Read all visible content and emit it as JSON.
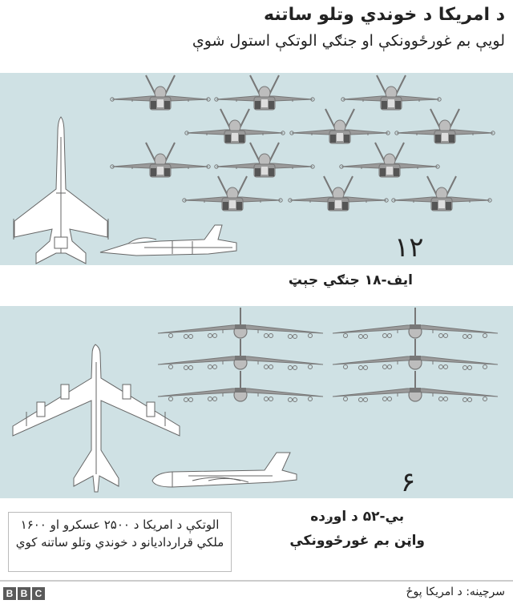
{
  "header": {
    "title": "د امریکا د خوندي وتلو ساتنه",
    "subtitle": "لويې بم غورځوونکې او جنګي الوتکې استول شوې"
  },
  "panels": [
    {
      "id": "f18",
      "count": "۱۲",
      "count_value": 12,
      "label": "ایف-۱۸ جنګي جېټ",
      "aircraft_type": "F/A-18",
      "icons": [
        "f18-front-view-icon",
        "f18-top-view-icon",
        "f18-side-view-icon"
      ]
    },
    {
      "id": "b52",
      "count": "۶",
      "count_value": 6,
      "label_line1": "بي-۵۲ د اوږده",
      "label_line2": "واټن بم غورځوونکې",
      "aircraft_type": "B-52",
      "icons": [
        "b52-front-view-icon",
        "b52-top-view-icon",
        "b52-side-view-icon"
      ]
    }
  ],
  "note": {
    "text": "الوتکې د امریکا د ۲۵۰۰ عسکرو او ۱۶۰۰ ملکي قراردادیانو د خوندي وتلو ساتنه کوي"
  },
  "footer": {
    "logo": [
      "B",
      "B",
      "C"
    ],
    "source": "سرچینه: د امریکا پوځ"
  },
  "colors": {
    "panel_bg": "#cfe1e4",
    "aircraft_front": "#8a8a8a",
    "aircraft_outline": "#666666",
    "text": "#222222",
    "logo_bg": "#5a5a5a"
  }
}
